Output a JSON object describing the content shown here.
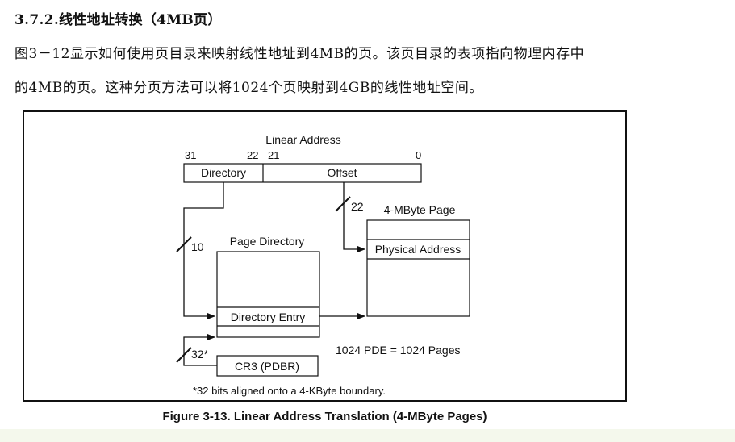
{
  "section": {
    "heading": "3.7.2.线性地址转换（4MB页）",
    "paragraph_line1": "图3－12显示如何使用页目录来映射线性地址到4MB的页。该页目录的表项指向物理内存中",
    "paragraph_line2": "的4MB的页。这种分页方法可以将1024个页映射到4GB的线性地址空间。"
  },
  "diagram": {
    "linear_address_title": "Linear Address",
    "bit_31": "31",
    "bit_22": "22",
    "bit_21": "21",
    "bit_0": "0",
    "directory_field": "Directory",
    "offset_field": "Offset",
    "offset_bits": "22",
    "directory_bits": "10",
    "cr3_bits": "32*",
    "page_title": "4-MByte Page",
    "physical_address": "Physical Address",
    "page_directory_title": "Page Directory",
    "directory_entry": "Directory Entry",
    "pde_note": "1024 PDE = 1024 Pages",
    "cr3_label": "CR3 (PDBR)",
    "footnote": "*32 bits aligned onto a 4-KByte boundary."
  },
  "caption": "Figure 3-13.  Linear Address Translation (4-MByte Pages)"
}
